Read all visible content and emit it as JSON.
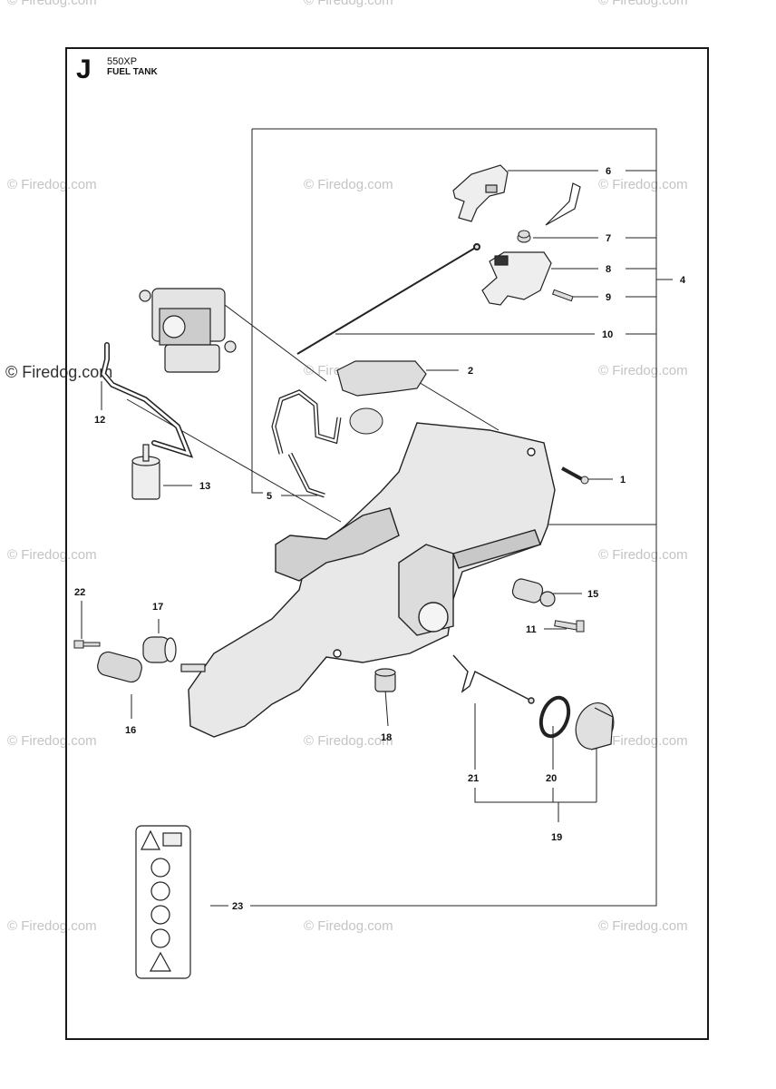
{
  "header": {
    "section_letter": "J",
    "model": "550XP",
    "title": "FUEL TANK"
  },
  "watermark": {
    "text": "© Firedog.com",
    "text_alt": "© Firedog.com"
  },
  "callouts": [
    "1",
    "2",
    "4",
    "5",
    "6",
    "7",
    "8",
    "9",
    "10",
    "11",
    "12",
    "13",
    "15",
    "16",
    "17",
    "18",
    "19",
    "20",
    "21",
    "22",
    "23"
  ]
}
